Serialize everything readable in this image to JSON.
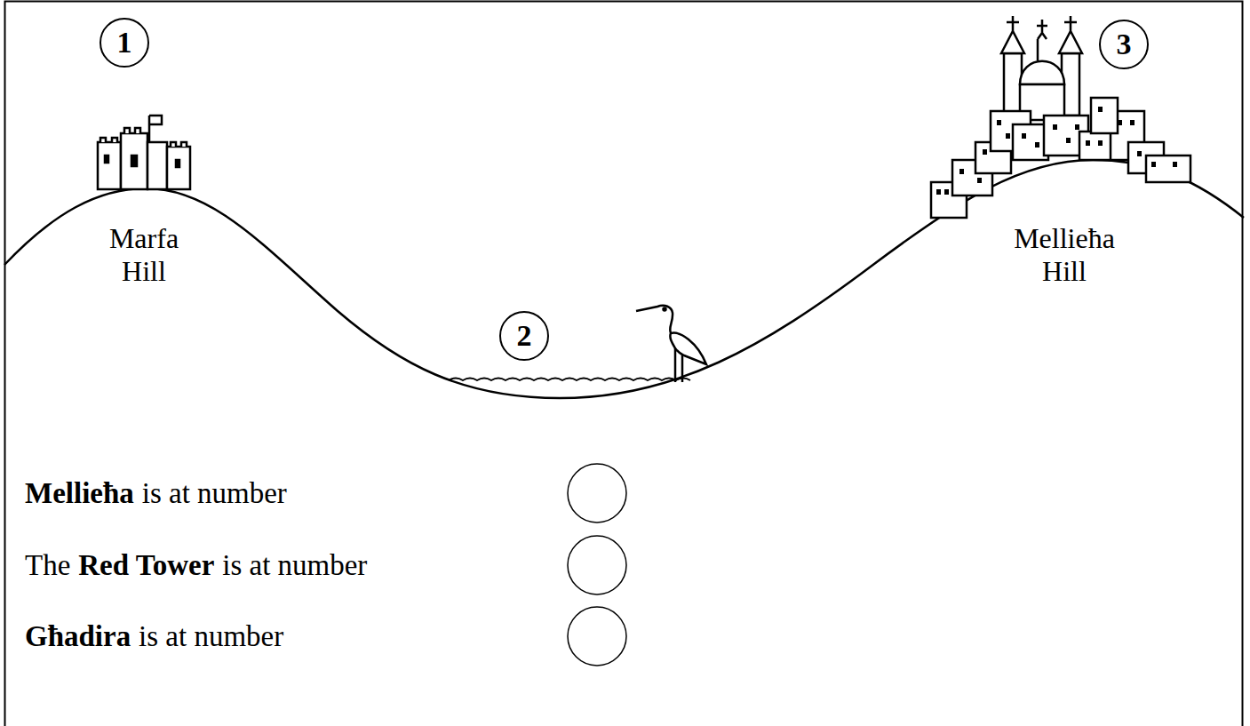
{
  "diagram": {
    "labels": [
      "1",
      "2",
      "3",
      "Marfa Hill",
      "Mellieħa Hill",
      "Mellieħa",
      "is at number",
      "The",
      "Red Tower",
      "is at number",
      "Għadira",
      "is at number"
    ]
  }
}
